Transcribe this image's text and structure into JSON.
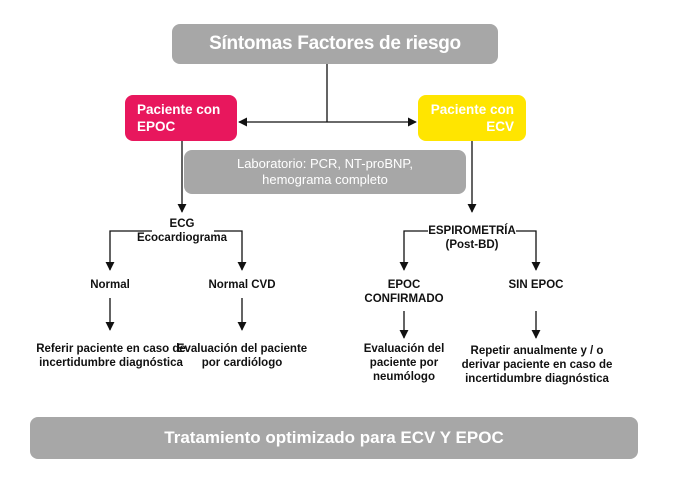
{
  "top_box": "Síntomas Factores de riesgo",
  "epoc_box": "Paciente con EPOC",
  "ecv_box": "Paciente con ECV",
  "lab_box": "Laboratorio: PCR, NT-proBNP, hemograma completo",
  "left_branch": {
    "test_line1": "ECG",
    "test_line2": "Ecocardiograma",
    "outcome_normal": "Normal",
    "outcome_cvd": "Normal CVD",
    "action_normal": "Referir paciente en caso de incertidumbre diagnóstica",
    "action_cvd": "Evaluación del paciente por cardiólogo"
  },
  "right_branch": {
    "test_line1": "ESPIROMETRÍA",
    "test_line2": "(Post-BD)",
    "outcome_confirmed": "EPOC CONFIRMADO",
    "outcome_none": "SIN EPOC",
    "action_confirmed": "Evaluación del paciente por neumólogo",
    "action_none": "Repetir anualmente y / o derivar paciente en caso de incertidumbre diagnóstica"
  },
  "bottom_box": "Tratamiento optimizado para ECV Y EPOC",
  "colors": {
    "gray": "#a7a7a7",
    "epoc": "#e8175d",
    "ecv": "#ffe500",
    "line": "#111111"
  }
}
